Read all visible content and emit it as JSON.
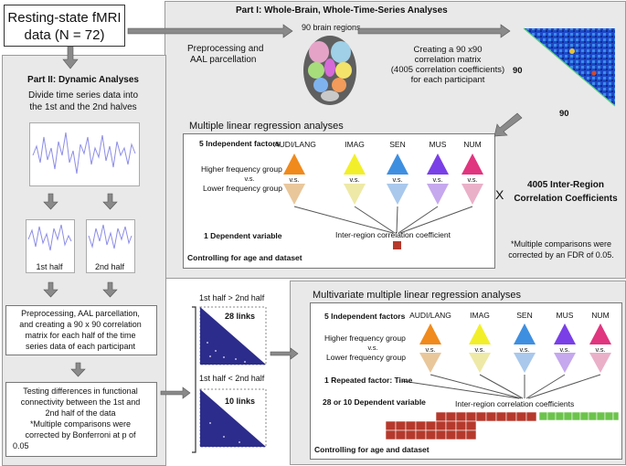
{
  "top_box": {
    "line1": "Resting-state fMRI",
    "line2": "data (N = 72)"
  },
  "part1": {
    "title": "Part I: Whole-Brain, Whole-Time-Series Analyses",
    "preprocessing": [
      "Preprocessing and",
      "AAL parcellation"
    ],
    "brain_label": "90 brain regions",
    "matrix_text": [
      "Creating a 90 x90",
      "correlation matrix",
      "(4005 correlation coefficients)",
      "for each participant"
    ],
    "matrix_axis_left": "90",
    "matrix_axis_bottom": "90",
    "mlr_title": "Multiple linear regression analyses",
    "indep_label": "5 Independent factors",
    "factors": [
      "AUDI/LANG",
      "IMAG",
      "SEN",
      "MUS",
      "NUM"
    ],
    "high_group": "Higher frequency group",
    "vs": "v.s.",
    "low_group": "Lower frequency group",
    "dep_label": "1 Dependent variable",
    "dep_value": "Inter-region correlation coefficient",
    "control": "Controlling for age and dataset",
    "times": "X",
    "corr_title": [
      "4005 Inter-Region",
      "Correlation Coefficients"
    ],
    "fdr_note": [
      "*Multiple comparisons were",
      "corrected by an FDR of 0.05."
    ]
  },
  "part2": {
    "title": "Part II: Dynamic Analyses",
    "divide": [
      "Divide time series data into",
      "the 1st and the 2nd halves"
    ],
    "half1": "1st half",
    "half2": "2nd half",
    "preproc": [
      "Preprocessing, AAL parcellation,",
      "and creating a 90 x 90 correlation",
      "matrix for each half of the time",
      "series data of each participant"
    ],
    "testing": [
      "Testing differences in functional",
      "connectivity between the 1st and",
      "2nd half of the data",
      "*Multiple comparisons were",
      "corrected by Bonferroni at p of",
      "0.05"
    ],
    "gt_label": "1st half > 2nd half",
    "gt_links": "28 links",
    "lt_label": "1st half < 2nd half",
    "lt_links": "10 links",
    "mmlr_title": "Multivariate multiple linear regression analyses",
    "indep_label": "5 Independent factors",
    "factors": [
      "AUDI/LANG",
      "IMAG",
      "SEN",
      "MUS",
      "NUM"
    ],
    "high_group": "Higher frequency group",
    "vs": "v.s.",
    "low_group": "Lower frequency group",
    "repeated": "1 Repeated factor: Time",
    "dep_label": "28 or 10 Dependent variable",
    "dep_value": "Inter-region correlation coefficients",
    "control": "Controlling for age and dataset"
  },
  "colors": {
    "orange": "#f08a1c",
    "yellow": "#f2ef2a",
    "blue": "#3f8fe0",
    "purple": "#7a3fe6",
    "pink": "#e0357f",
    "orange_light": "#e9c79b",
    "yellow_light": "#eee9a6",
    "blue_light": "#a9c8ec",
    "purple_light": "#c5a8ee",
    "pink_light": "#eab0c8",
    "matrix_navy": "#2c2c8c",
    "red_block": "#b5392c",
    "green_block": "#6cc34c"
  }
}
